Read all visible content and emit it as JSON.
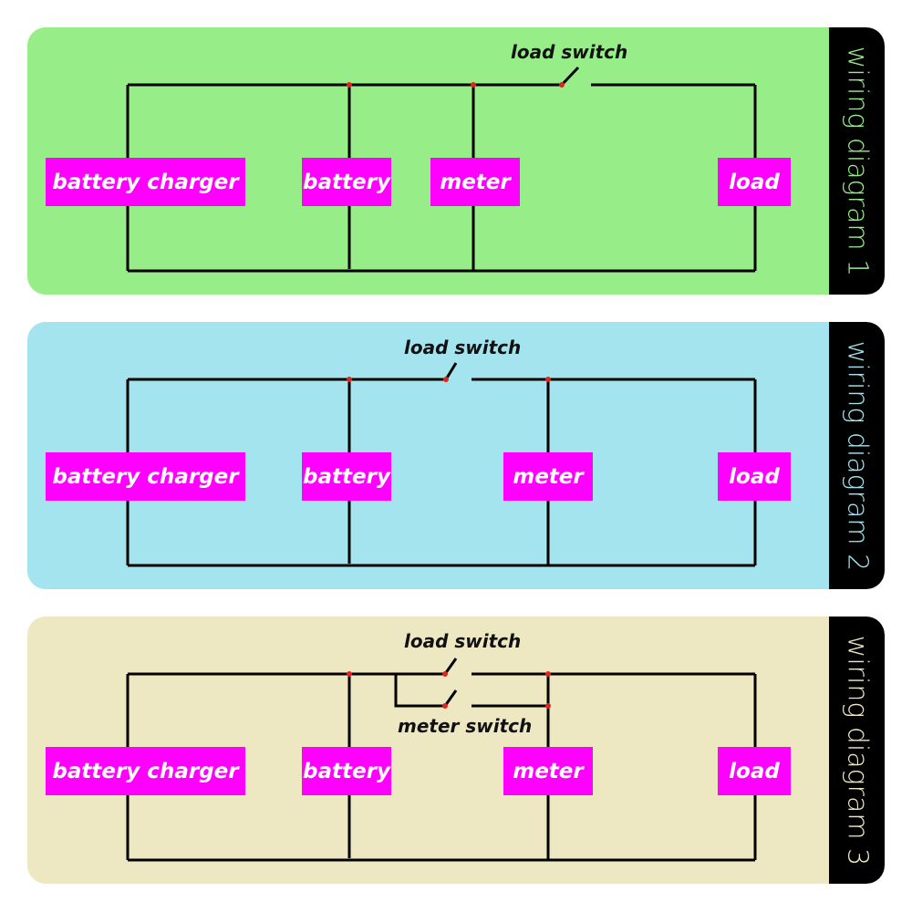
{
  "colors": {
    "component_fill": "#ff00ff",
    "component_text": "#ffffff",
    "wire": "#000000",
    "junction": "#e0261b",
    "side_bar": "#000000"
  },
  "panels": [
    {
      "title": "wiring diagram 1",
      "background": "#97ee88",
      "title_color": "#97ee88",
      "components": [
        "battery charger",
        "battery",
        "meter",
        "load"
      ],
      "switches": [
        "load switch"
      ]
    },
    {
      "title": "wiring diagram 2",
      "background": "#a3e4ee",
      "title_color": "#a3e4ee",
      "components": [
        "battery charger",
        "battery",
        "meter",
        "load"
      ],
      "switches": [
        "load switch"
      ]
    },
    {
      "title": "wiring diagram 3",
      "background": "#eee8c2",
      "title_color": "#eee8c2",
      "components": [
        "battery charger",
        "battery",
        "meter",
        "load"
      ],
      "switches": [
        "load switch",
        "meter switch"
      ]
    }
  ]
}
